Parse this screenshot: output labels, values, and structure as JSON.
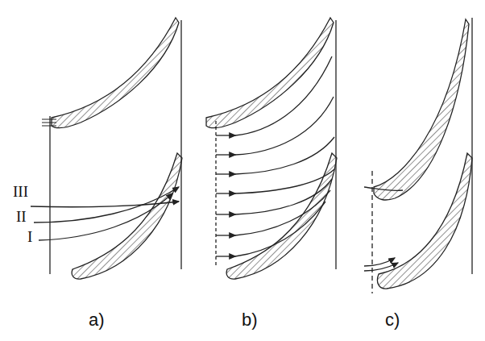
{
  "diagram": {
    "labels": [
      "III",
      "II",
      "I",
      "a)",
      "b)",
      "c)"
    ]
  }
}
